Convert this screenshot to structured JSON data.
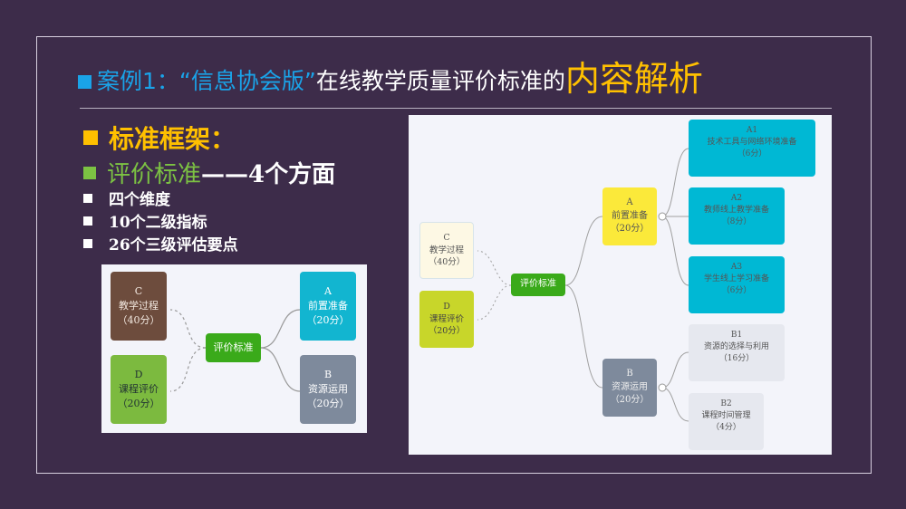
{
  "title": {
    "prefix": "案例1：“信息协会版”",
    "middle": "在线教学质量评价标准的",
    "highlight": "内容解析"
  },
  "bullets": {
    "framework": "标准框架：",
    "criteria_label": "评价标准",
    "criteria_suffix": "——4个方面",
    "items": [
      "四个维度",
      "10个二级指标",
      "26个三级评估要点"
    ]
  },
  "colors": {
    "accent_blue": "#1aa3e8",
    "accent_gold": "#ffc000",
    "accent_green": "#7cc243",
    "background": "#3d2c4a"
  },
  "small_map": {
    "center": "评价标准",
    "nodes": {
      "C": {
        "code": "C",
        "name": "教学过程",
        "score": "（40分）"
      },
      "D": {
        "code": "D",
        "name": "课程评价",
        "score": "（20分）"
      },
      "A": {
        "code": "A",
        "name": "前置准备",
        "score": "（20分）"
      },
      "B": {
        "code": "B",
        "name": "资源运用",
        "score": "（20分）"
      }
    }
  },
  "large_map": {
    "center": "评价标准",
    "nodes": {
      "C": {
        "code": "C",
        "name": "教学过程",
        "score": "（40分）"
      },
      "D": {
        "code": "D",
        "name": "课程评价",
        "score": "（20分）"
      },
      "A": {
        "code": "A",
        "name": "前置准备",
        "score": "（20分）"
      },
      "B": {
        "code": "B",
        "name": "资源运用",
        "score": "（20分）"
      },
      "A1": {
        "code": "A1",
        "name": "技术工具与网络环境准备",
        "score": "（6分）"
      },
      "A2": {
        "code": "A2",
        "name": "教师线上教学准备",
        "score": "（8分）"
      },
      "A3": {
        "code": "A3",
        "name": "学生线上学习准备",
        "score": "（6分）"
      },
      "B1": {
        "code": "B1",
        "name": "资源的选择与利用",
        "score": "（16分）"
      },
      "B2": {
        "code": "B2",
        "name": "课程时间管理",
        "score": "（4分）"
      }
    }
  }
}
